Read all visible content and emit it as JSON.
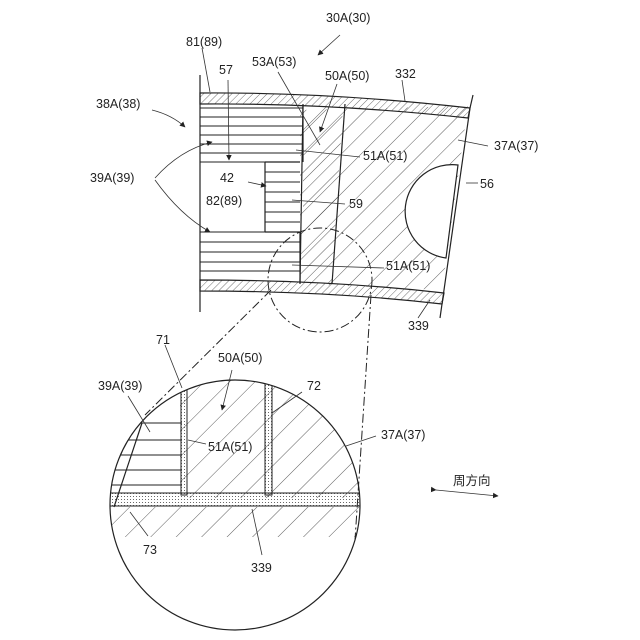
{
  "labels": {
    "l30": "30A(30)",
    "l81": "81(89)",
    "l57": "57",
    "l53": "53A(53)",
    "l50": "50A(50)",
    "l332": "332",
    "l38": "38A(38)",
    "l37": "37A(37)",
    "l51a": "51A(51)",
    "l39": "39A(39)",
    "l56": "56",
    "l42": "42",
    "l82": "82(89)",
    "l59": "59",
    "l51b": "51A(51)",
    "l339": "339",
    "d71": "71",
    "d50": "50A(50)",
    "d39": "39A(39)",
    "d72": "72",
    "d51": "51A(51)",
    "d37": "37A(37)",
    "d73": "73",
    "d339": "339",
    "dir": "周方向"
  }
}
